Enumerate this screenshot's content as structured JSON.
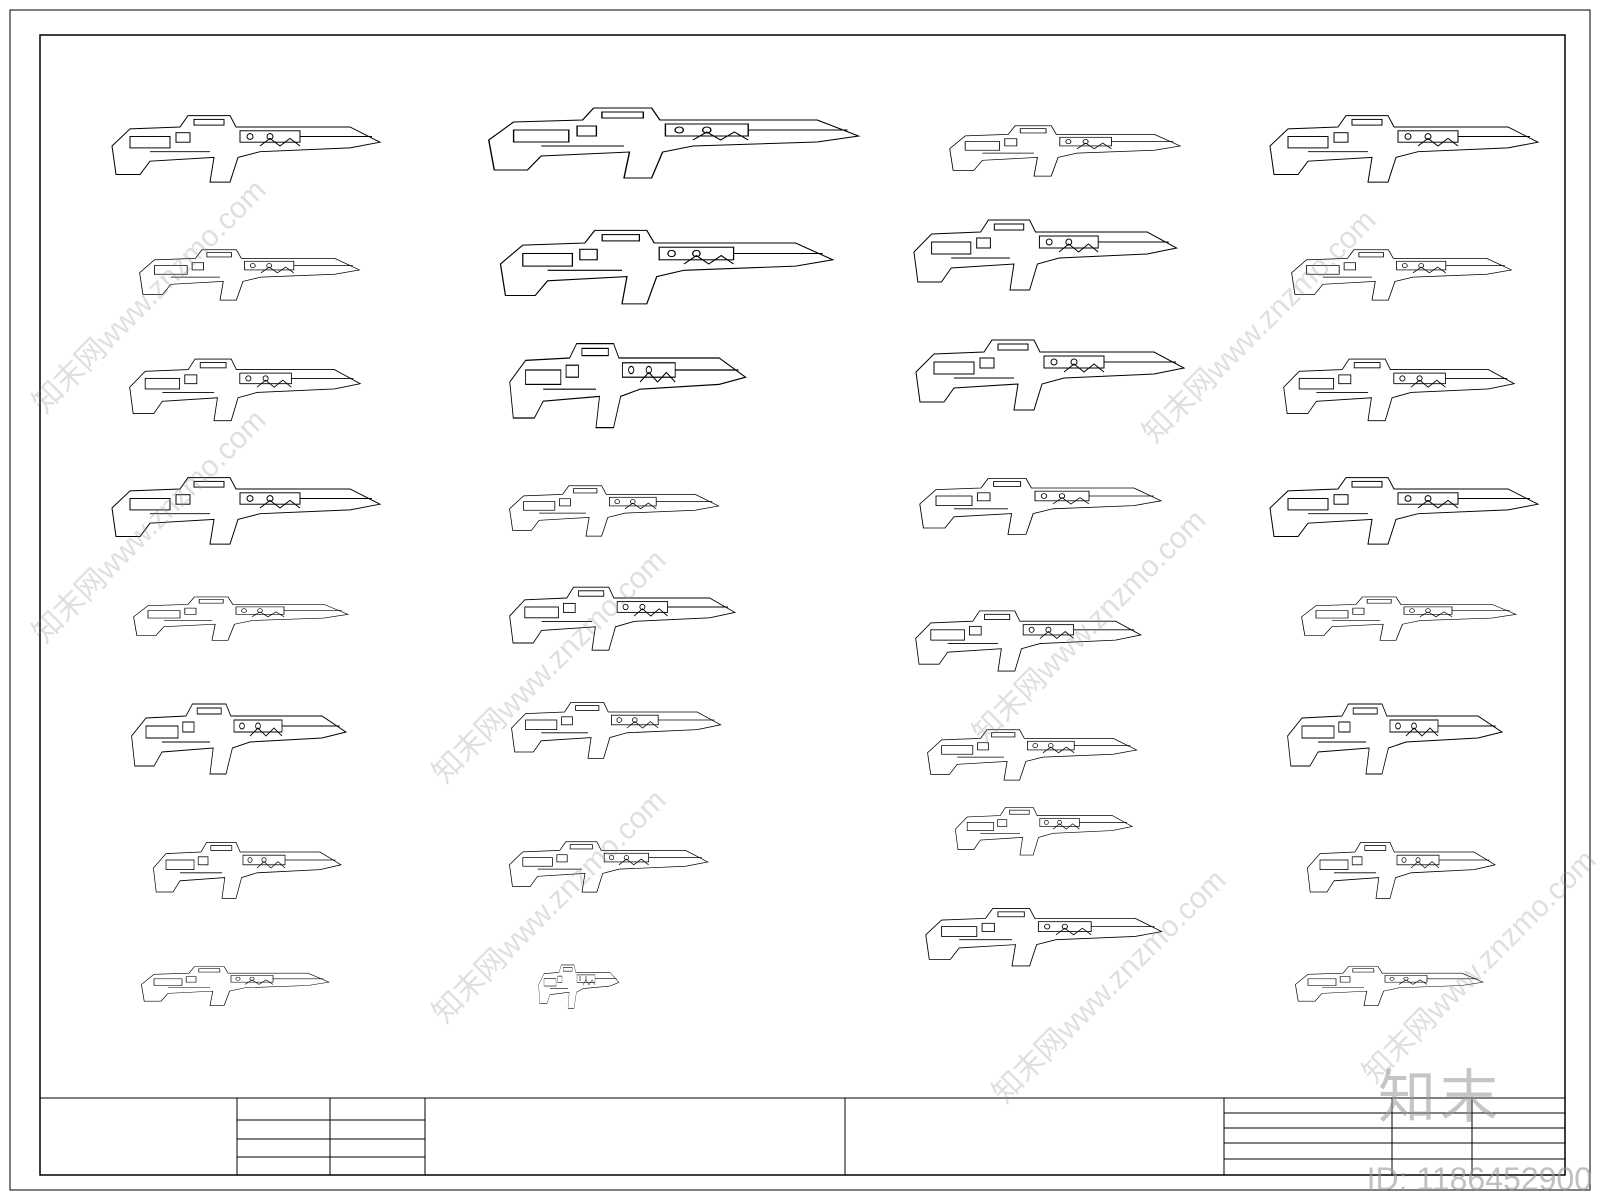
{
  "drawing": {
    "subject": "sci-fi weapon line drawings",
    "weapon_count": 32,
    "line_color": "#000000",
    "background": "#ffffff"
  },
  "watermark": {
    "text": "知末网www.znzmo.com",
    "brand": "知末",
    "id_label": "ID: 1186452900"
  }
}
